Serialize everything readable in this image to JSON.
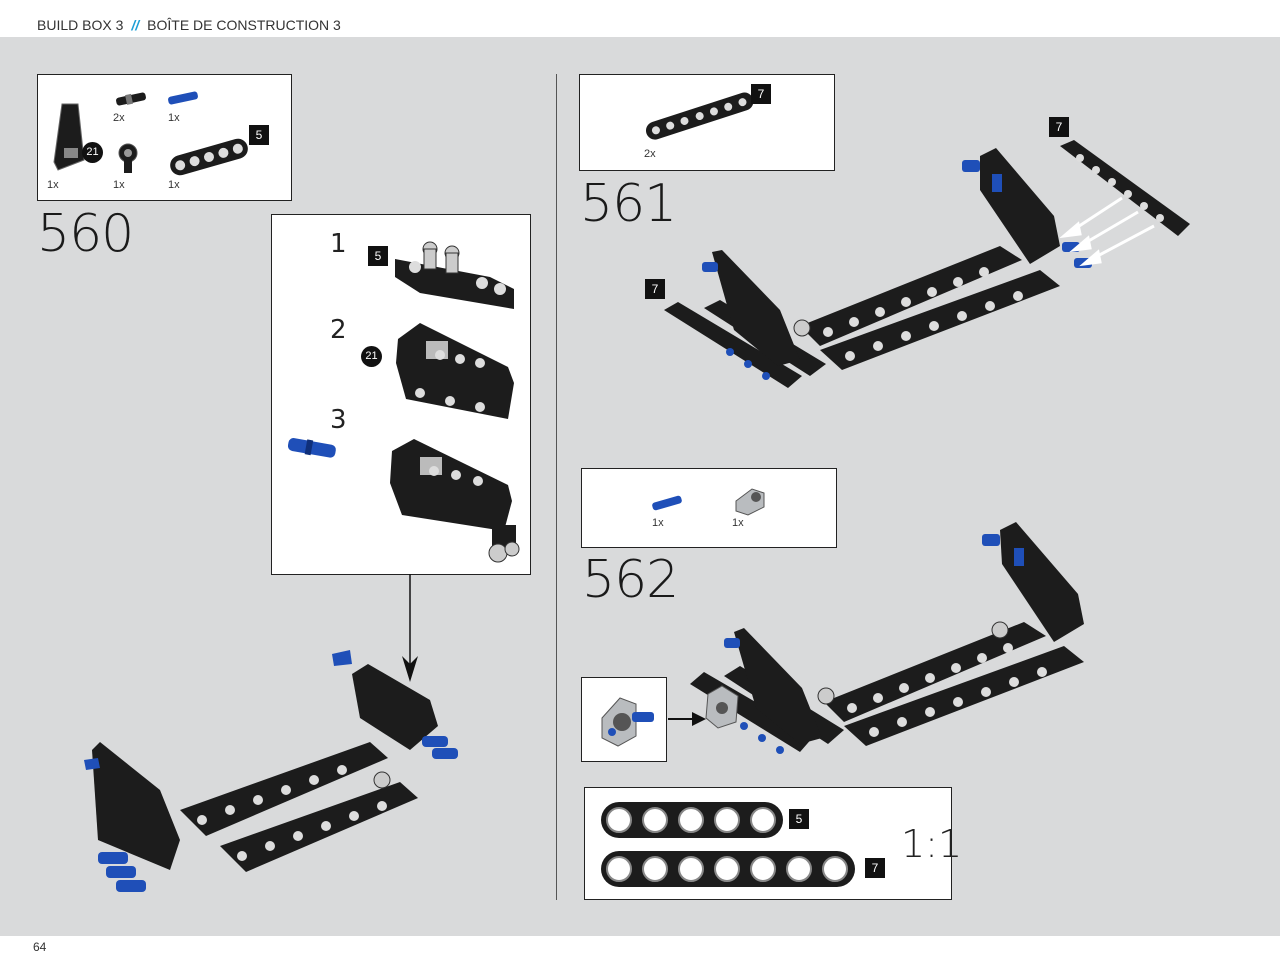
{
  "header": {
    "left": "BUILD BOX 3",
    "sep": "//",
    "right": "BOÎTE DE CONSTRUCTION 3"
  },
  "footer": {
    "page_number": "64"
  },
  "steps": {
    "s560": {
      "number": "560",
      "parts": {
        "q1": "1x",
        "q2": "2x",
        "q3": "1x",
        "q4": "1x",
        "q5": "1x",
        "badge_circle": "21",
        "badge_len": "5"
      },
      "sub": {
        "n1": "1",
        "n2": "2",
        "n3": "3",
        "badge1": "5",
        "badge2": "21"
      }
    },
    "s561": {
      "number": "561",
      "parts": {
        "q1": "2x",
        "badge_len": "7"
      },
      "badge_a": "7",
      "badge_b": "7"
    },
    "s562": {
      "number": "562",
      "parts": {
        "q1": "1x",
        "q2": "1x"
      },
      "scale": {
        "badge5": "5",
        "badge7": "7",
        "ratio": "1:1"
      }
    }
  },
  "colors": {
    "accent": "#1e9fd6",
    "part_black": "#1c1c1c",
    "part_blue": "#1f4fb8",
    "part_gray": "#b9bcbf"
  }
}
